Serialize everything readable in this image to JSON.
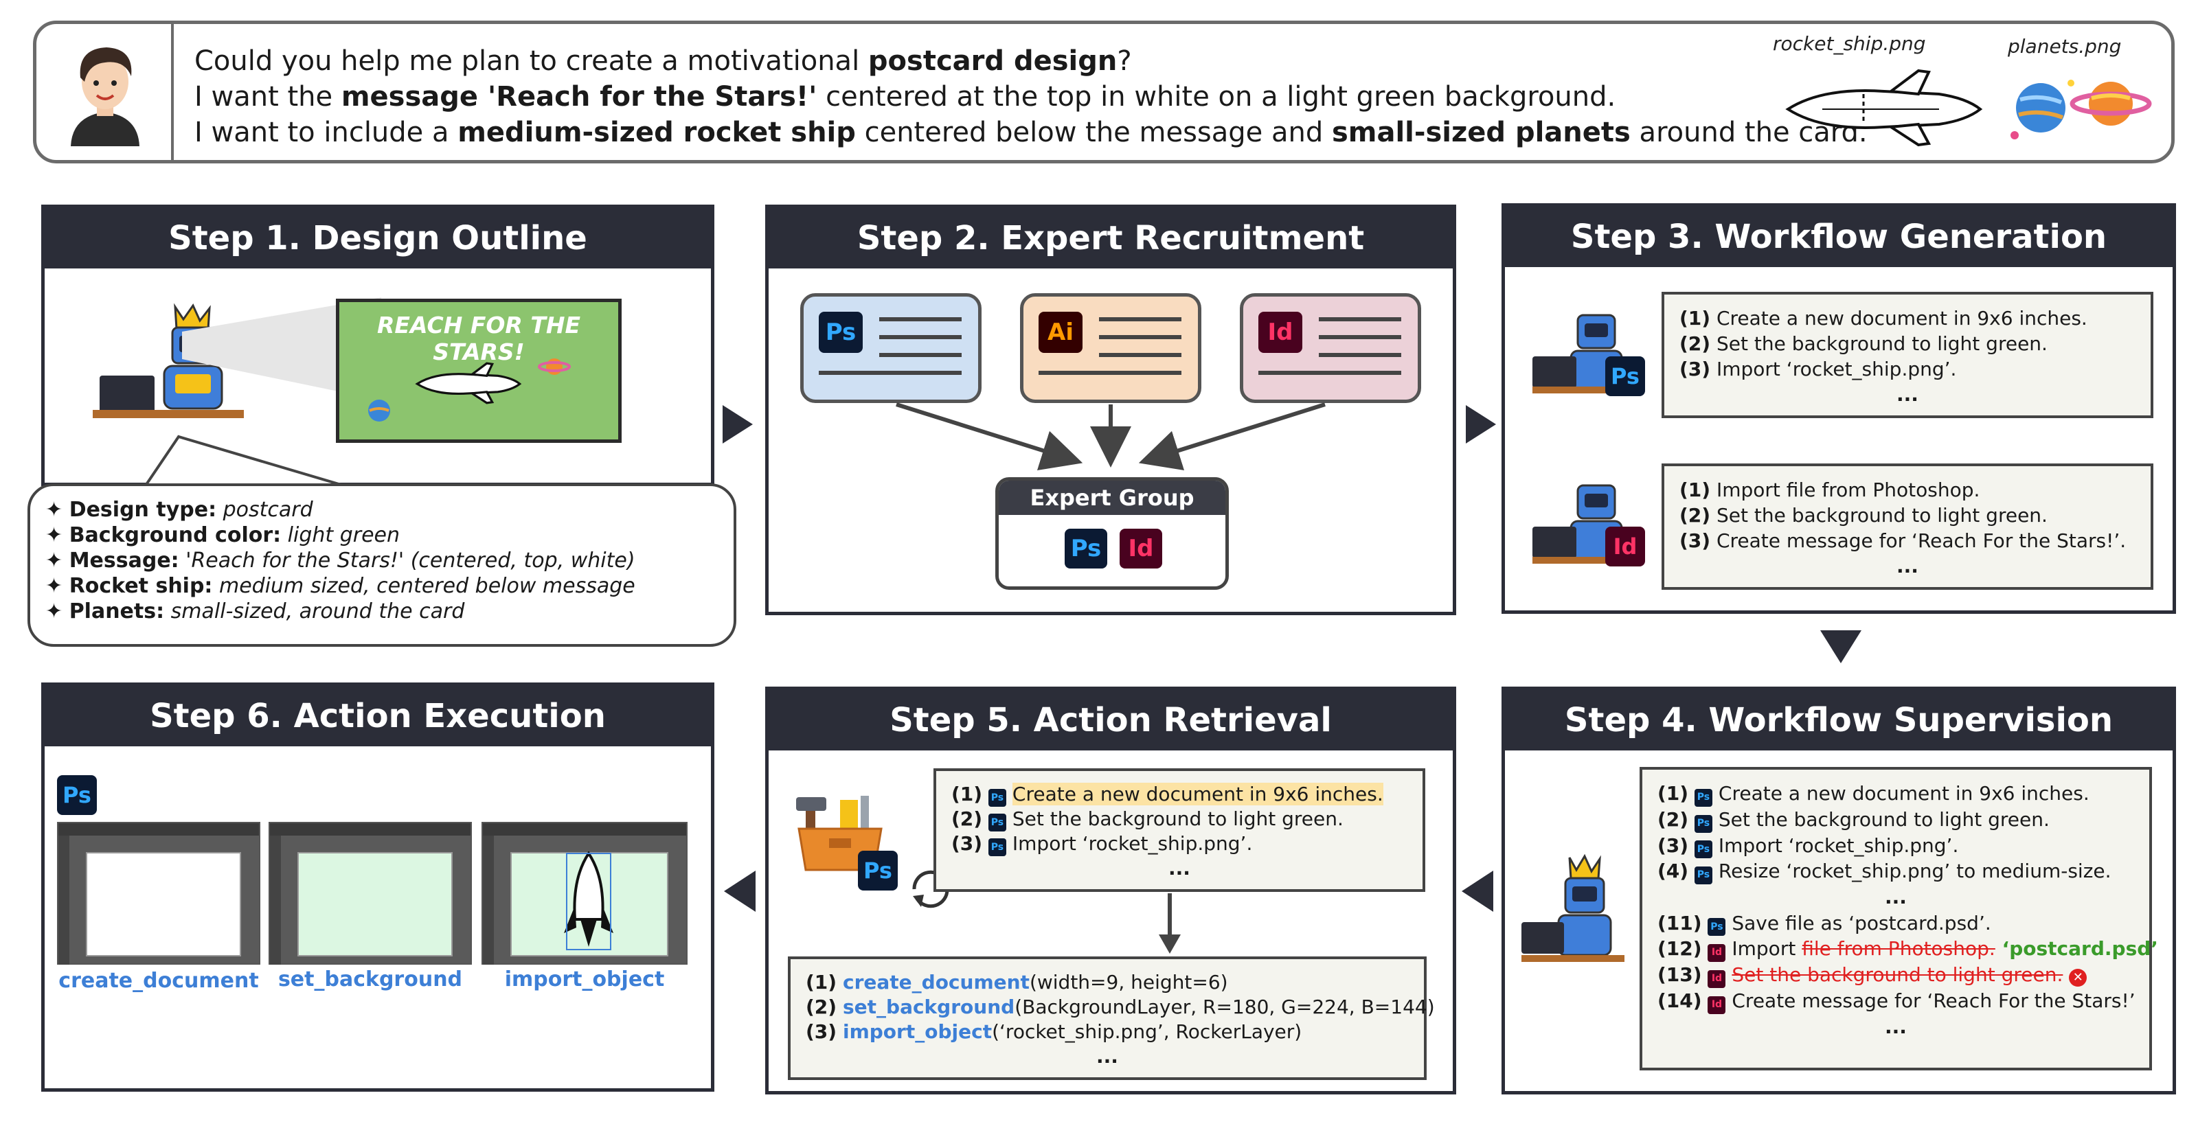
{
  "request": {
    "line1_pre": "Could you help me plan to create a motivational ",
    "line1_bold": "postcard design",
    "line1_post": "?",
    "line2_pre": "I want the ",
    "line2_bold": "message 'Reach for the Stars!'",
    "line2_post": " centered at the top in white on a light green background.",
    "line3_pre": "I want to include a ",
    "line3_bold1": "medium-sized rocket ship",
    "line3_mid": " centered below the message and ",
    "line3_bold2": "small-sized planets",
    "line3_post": " around the card.",
    "file1": "rocket_ship.png",
    "file2": "planets.png"
  },
  "step1": {
    "title": "Step 1. Design Outline",
    "postcard_text": "REACH FOR THE STARS!",
    "outline": [
      {
        "key": "Design type:",
        "val": "postcard"
      },
      {
        "key": "Background color:",
        "val": "light green"
      },
      {
        "key": "Message:",
        "val": "'Reach for the Stars!' (centered, top, white)"
      },
      {
        "key": "Rocket ship:",
        "val": "medium sized, centered below message"
      },
      {
        "key": "Planets:",
        "val": "small-sized, around the card"
      }
    ]
  },
  "step2": {
    "title": "Step 2. Expert Recruitment",
    "apps": [
      "Ps",
      "Ai",
      "Id"
    ],
    "group_title": "Expert Group",
    "group_apps": [
      "Ps",
      "Id"
    ]
  },
  "step3": {
    "title": "Step 3. Workflow Generation",
    "ps_box": [
      {
        "n": "(1)",
        "t": " Create a new document in 9x6 inches."
      },
      {
        "n": "(2)",
        "t": " Set the background to light green."
      },
      {
        "n": "(3)",
        "t": " Import ‘rocket_ship.png’."
      }
    ],
    "id_box": [
      {
        "n": "(1)",
        "t": " Import file from Photoshop."
      },
      {
        "n": "(2)",
        "t": " Set the background to light green."
      },
      {
        "n": "(3)",
        "t": " Create message for ‘Reach For the Stars!’."
      }
    ],
    "ellipsis": "..."
  },
  "step4": {
    "title": "Step 4. Workflow Supervision",
    "rows": [
      {
        "n": "(1)",
        "app": "Ps",
        "t": "Create a new document in 9x6 inches."
      },
      {
        "n": "(2)",
        "app": "Ps",
        "t": "Set the background to light green."
      },
      {
        "n": "(3)",
        "app": "Ps",
        "t": "Import ‘rocket_ship.png’."
      },
      {
        "n": "(4)",
        "app": "Ps",
        "t": "Resize ‘rocket_ship.png’ to medium-size."
      }
    ],
    "row11": {
      "n": "(11)",
      "app": "Ps",
      "t": "Save file as ‘postcard.psd’."
    },
    "row12": {
      "n": "(12)",
      "app": "Id",
      "pre": "Import ",
      "strike": "file from Photoshop.",
      "fix": " ‘postcard.psd’"
    },
    "row13": {
      "n": "(13)",
      "app": "Id",
      "strike": "Set the background to light green."
    },
    "row14": {
      "n": "(14)",
      "app": "Id",
      "t": "Create message for ‘Reach For the Stars!’"
    },
    "ellipsis": "..."
  },
  "step5": {
    "title": "Step 5. Action Retrieval",
    "workflow": [
      {
        "n": "(1)",
        "t": "Create a new document in 9x6 inches.",
        "highlight": true
      },
      {
        "n": "(2)",
        "t": "Set the background to light green.",
        "highlight": false
      },
      {
        "n": "(3)",
        "t": "Import ‘rocket_ship.png’.",
        "highlight": false
      }
    ],
    "actions": [
      {
        "n": "(1)",
        "fn": "create_document",
        "args": "(width=9, height=6)"
      },
      {
        "n": "(2)",
        "fn": "set_background",
        "args": "(BackgroundLayer, R=180, G=224, B=144)"
      },
      {
        "n": "(3)",
        "fn": "import_object",
        "args": "(‘rocket_ship.png’, RockerLayer)"
      }
    ],
    "ellipsis": "..."
  },
  "step6": {
    "title": "Step 6. Action Execution",
    "captions": [
      "create_document",
      "set_background",
      "import_object"
    ]
  },
  "colors": {
    "panel_header": "#2b2d38",
    "postcard_green": "#8cc46e",
    "ps_bg": "#0b1a33",
    "ps_fg": "#31a8ff",
    "ai_bg": "#330000",
    "ai_fg": "#ff9a00",
    "id_bg": "#49021f",
    "id_fg": "#ff3366",
    "action_blue": "#3d7fd6",
    "fix_green": "#3a9b2a",
    "strike_red": "#e02020",
    "highlight": "#fce3a4"
  }
}
